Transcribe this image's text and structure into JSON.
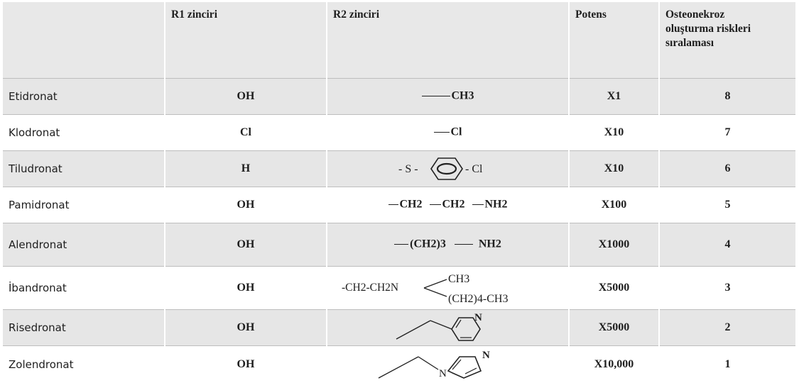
{
  "headers": {
    "name": "",
    "r1": "R1 zinciri",
    "r2": "R2 zinciri",
    "potens": "Potens",
    "risk_line1": "Osteonekroz",
    "risk_line2": "oluşturma riskleri",
    "risk_line3": "sıralaması"
  },
  "rows": [
    {
      "name": "Etidronat",
      "r1": "OH",
      "r2": "CH3",
      "potens": "X1",
      "risk": "8"
    },
    {
      "name": "Klodronat",
      "r1": "Cl",
      "r2": "Cl",
      "potens": "X10",
      "risk": "7"
    },
    {
      "name": "Tiludronat",
      "r1": "H",
      "r2_left": "- S -",
      "r2_right": "- Cl",
      "potens": "X10",
      "risk": "6"
    },
    {
      "name": "Pamidronat",
      "r1": "OH",
      "r2_a": "CH2",
      "r2_b": "CH2",
      "r2_c": "NH2",
      "potens": "X100",
      "risk": "5"
    },
    {
      "name": "Alendronat",
      "r1": "OH",
      "r2_a": "(CH2)3",
      "r2_b": "NH2",
      "potens": "X1000",
      "risk": "4"
    },
    {
      "name": "İbandronat",
      "r1": "OH",
      "r2_a": "-CH2-CH2N",
      "r2_top": "CH3",
      "r2_bottom": "(CH2)4-CH3",
      "potens": "X5000",
      "risk": "3"
    },
    {
      "name": "Risedronat",
      "r1": "OH",
      "r2_n": "N",
      "potens": "X5000",
      "risk": "2"
    },
    {
      "name": "Zolendronat",
      "r1": "OH",
      "r2_n1": "N",
      "r2_n2": "N",
      "potens": "X10,000",
      "risk": "1"
    }
  ]
}
